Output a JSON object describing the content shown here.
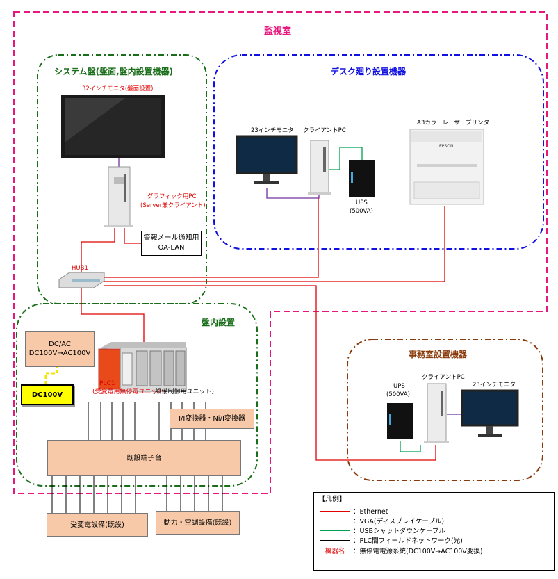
{
  "zones": {
    "monitoring_room": "監視室",
    "system_panel": "システム盤(盤面,盤内設置機器)",
    "desk_equipment": "デスク廻り設置機器",
    "panel_internal": "盤内設置",
    "office_equipment": "事務室設置機器"
  },
  "devices": {
    "monitor32": "32インチモニタ(盤面設置)",
    "graphics_pc_line1": "グラフィック用PC",
    "graphics_pc_line2": "(Server兼クライアント)",
    "alarm_mail_line1": "警報メール通知用",
    "alarm_mail_line2": "OA-LAN",
    "hub": "HUB1",
    "desk_monitor": "23インチモニタ",
    "desk_client": "クライアントPC",
    "desk_ups_line1": "UPS",
    "desk_ups_line2": "(500VA)",
    "printer": "A3カラーレーザープリンター",
    "printer_brand": "EPSON",
    "dcac_line1": "DC/AC",
    "dcac_line2": "DC100V→AC100V",
    "dc100v": "DC100V",
    "plc_line1": "PLC1",
    "plc_line2": "(受変電用無停電ユニット)",
    "equipment_unit": "(設備制御用ユニット)",
    "converter": "I/I変換器・Ni/I変換器",
    "terminal": "既設端子台",
    "substation": "受変電設備(既設)",
    "hvac": "動力・空調設備(既設)",
    "office_ups_line1": "UPS",
    "office_ups_line2": "(500VA)",
    "office_client": "クライアントPC",
    "office_monitor": "23インチモニタ"
  },
  "legend": {
    "title": "【凡例】",
    "items": [
      {
        "label": "：Ethernet",
        "color": "#e00000"
      },
      {
        "label": "：VGA(ディスプレイケーブル)",
        "color": "#7030a0"
      },
      {
        "label": "：USBシャットダウンケーブル",
        "color": "#00a050"
      },
      {
        "label": "：PLC間フィールドネットワーク(光)",
        "color": "#000000"
      }
    ],
    "device_name_label": "機器名",
    "device_name_desc": "：無停電電源系統(DC100V→AC100V変換)"
  },
  "colors": {
    "ethernet": "#e00000",
    "vga": "#7030a0",
    "usb": "#00a050",
    "field": "#000000",
    "monitoring_border": "#e8177d",
    "system_border": "#1a6e1a",
    "desk_border": "#1010e0",
    "office_border": "#8a3a0a"
  }
}
